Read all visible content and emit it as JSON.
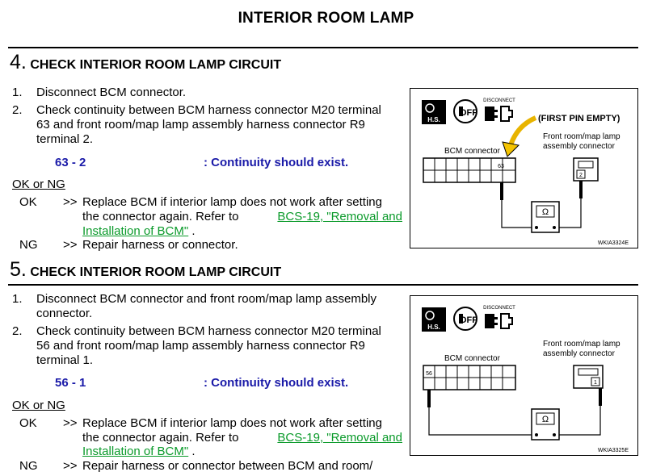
{
  "page_title": "INTERIOR ROOM LAMP",
  "step4": {
    "number": "4.",
    "heading": "CHECK INTERIOR ROOM LAMP CIRCUIT",
    "items": [
      {
        "num": "1.",
        "lines": [
          "Disconnect BCM connector."
        ]
      },
      {
        "num": "2.",
        "lines": [
          "Check continuity between BCM harness connector M20 terminal",
          "63 and front room/map lamp assembly harness connector R9",
          "terminal 2."
        ]
      }
    ],
    "check_pins": "63 - 2",
    "check_result": ": Continuity should exist.",
    "ok_ng_label": "OK or NG",
    "ok_label": "OK",
    "ok_arrow": ">>",
    "ok_line1": "Replace BCM if interior lamp does not work after setting",
    "ok_line2_pre": "the connector again. Refer to ",
    "ok_link1": "BCS-19, \"Removal and",
    "ok_link2": "Installation of BCM\"",
    "ok_end": " .",
    "ng_label": "NG",
    "ng_arrow": ">>",
    "ng_text": "Repair harness or connector.",
    "diagram": {
      "hs_label": "H.S.",
      "off_label": "OFF",
      "disconnect_label": "DISCONNECT",
      "callout": "(FIRST PIN EMPTY)",
      "bcm_label": "BCM connector",
      "lamp_label_1": "Front room/map lamp",
      "lamp_label_2": "assembly connector",
      "bcm_pin": "63",
      "lamp_pin": "2",
      "meter_symbol": "Ω",
      "code": "WKIA3324E"
    }
  },
  "step5": {
    "number": "5.",
    "heading": "CHECK INTERIOR ROOM LAMP CIRCUIT",
    "items": [
      {
        "num": "1.",
        "lines": [
          "Disconnect BCM connector and front room/map lamp assembly",
          "connector."
        ]
      },
      {
        "num": "2.",
        "lines": [
          "Check continuity between BCM harness connector M20 terminal",
          "56 and front room/map lamp assembly harness connector R9",
          "terminal 1."
        ]
      }
    ],
    "check_pins": "56 - 1",
    "check_result": ": Continuity should exist.",
    "ok_ng_label": "OK or NG",
    "ok_label": "OK",
    "ok_arrow": ">>",
    "ok_line1": "Replace BCM if interior lamp does not work after setting",
    "ok_line2_pre": "the connector again. Refer to ",
    "ok_link1": "BCS-19, \"Removal and",
    "ok_link2": "Installation of BCM\"",
    "ok_end": " .",
    "ng_label": "NG",
    "ng_arrow": ">>",
    "ng_text": "Repair harness or connector between BCM and room/",
    "diagram": {
      "hs_label": "H.S.",
      "off_label": "OFF",
      "disconnect_label": "DISCONNECT",
      "bcm_label": "BCM connector",
      "lamp_label_1": "Front room/map lamp",
      "lamp_label_2": "assembly connector",
      "bcm_pin": "56",
      "lamp_pin": "1",
      "meter_symbol": "Ω",
      "code": "WKIA3325E"
    }
  }
}
